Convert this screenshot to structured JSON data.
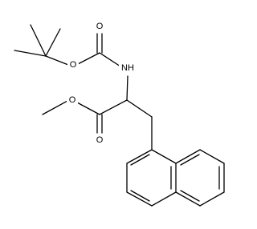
{
  "structure": {
    "atom_labels": {
      "boc_carbonyl_oxygen": "O",
      "boc_ester_oxygen": "O",
      "amine_nitrogen": "NH",
      "methyl_ester_oxygen": "O",
      "ester_carbonyl_oxygen": "O"
    },
    "colors": {
      "bond": "#000000",
      "background": "#ffffff"
    }
  }
}
